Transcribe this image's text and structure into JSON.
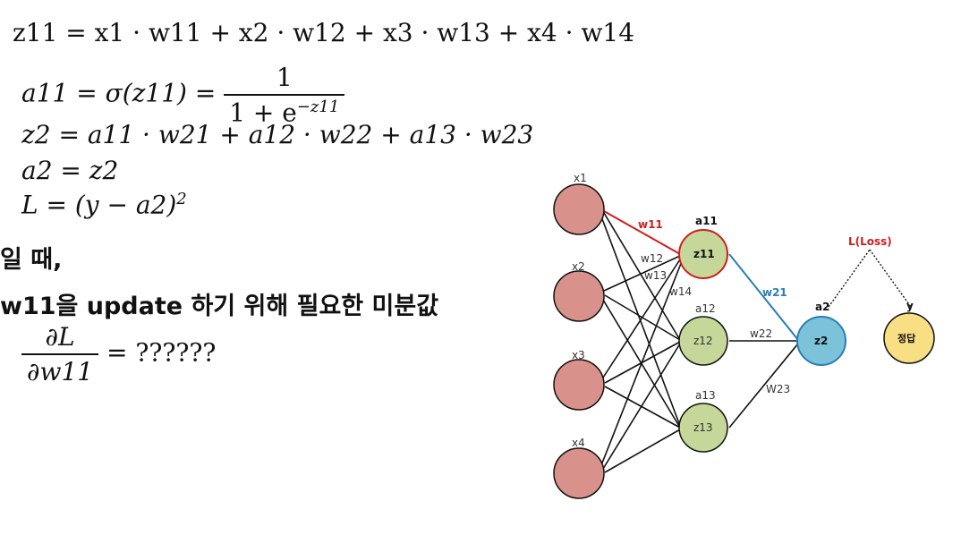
{
  "equations": {
    "eq1": "z11 = x1 · w11 + x2 · w12 + x3 · w13 + x4 · w14",
    "eq2_lhs": "a11 =  σ(z11) = ",
    "eq2_num": "1",
    "eq2_den_base": "1 + e",
    "eq2_den_exp": "−z11",
    "eq3": "z2 = a11 · w21 + a12 · w22 + a13 · w23",
    "eq4": "a2 = z2",
    "eq5_base": "L = (y  − a2)",
    "eq5_exp": "2"
  },
  "text": {
    "line1": "일 때,",
    "line2": "w11을 update 하기 위해 필요한 미분값"
  },
  "derivative": {
    "num": "∂L",
    "den": "∂w11",
    "rhs": "= ??????"
  },
  "network": {
    "inputs": [
      "x1",
      "x2",
      "x3",
      "x4"
    ],
    "hidden_labels": [
      "a11",
      "a12",
      "a13"
    ],
    "hidden_nodes": [
      "z11",
      "z12",
      "z13"
    ],
    "output_label": "a2",
    "output_node": "z2",
    "target_label": "y",
    "target_node": "정답",
    "loss_label": "L(Loss)",
    "weights": {
      "w11": "w11",
      "w12": "w12",
      "w13": "w13",
      "w14": "w14",
      "w21": "w21",
      "w22": "w22",
      "w23": "W23"
    },
    "colors": {
      "input": "#d9918b",
      "hidden": "#c5d89a",
      "output": "#7cc3da",
      "target": "#f9df84",
      "highlight_red": "#cc1f1f",
      "highlight_blue": "#2a7db4"
    }
  }
}
